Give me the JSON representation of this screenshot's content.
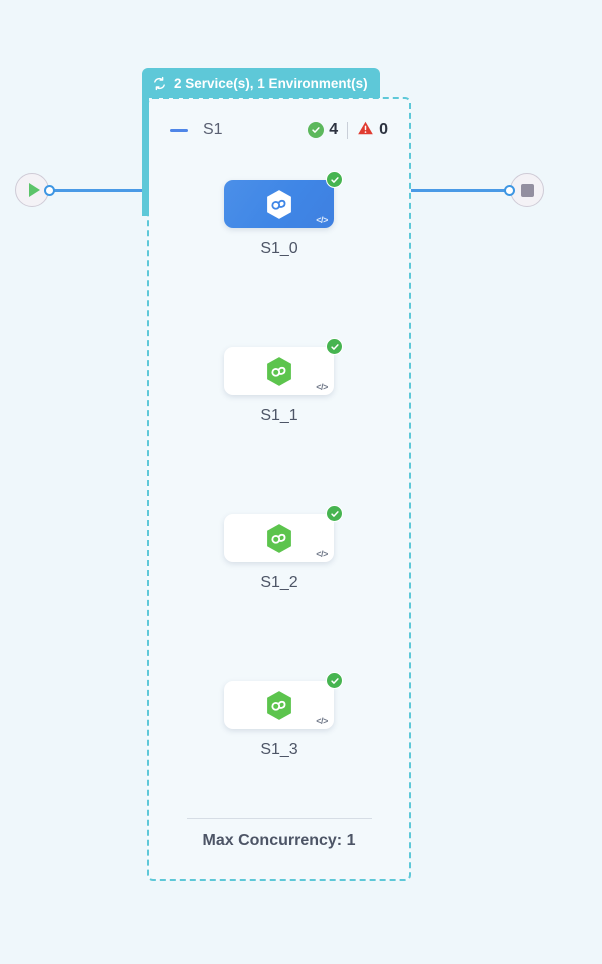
{
  "canvas": {
    "background_color": "#eff7fb"
  },
  "terminals": {
    "start": {
      "icon": "play-icon",
      "name": "start-node"
    },
    "end": {
      "icon": "stop-icon",
      "name": "end-node"
    }
  },
  "group": {
    "header": {
      "icon": "sync-icon",
      "label": "2 Service(s), 1 Environment(s)",
      "background_color": "#5ec8d8",
      "text_color": "#ffffff"
    },
    "border_color": "#5ec8d8",
    "collapse_icon": "minus-icon",
    "name": "S1",
    "status": {
      "success": {
        "icon": "check-circle-icon",
        "count": "4",
        "color": "#5cb85c"
      },
      "error": {
        "icon": "warning-triangle-icon",
        "count": "0",
        "color": "#e03c31"
      }
    },
    "footer": {
      "max_concurrency_label": "Max Concurrency: 1"
    }
  },
  "nodes": [
    {
      "label": "S1_0",
      "selected": true,
      "status": "ok",
      "status_icon": "check-circle-icon",
      "code_icon": "code-icon",
      "service_icon": "hexagon-link-icon",
      "icon_color": "#ffffff"
    },
    {
      "label": "S1_1",
      "selected": false,
      "status": "ok",
      "status_icon": "check-circle-icon",
      "code_icon": "code-icon",
      "service_icon": "hexagon-link-icon",
      "icon_color": "#5fc martin"
    },
    {
      "label": "S1_2",
      "selected": false,
      "status": "ok",
      "status_icon": "check-circle-icon",
      "code_icon": "code-icon",
      "service_icon": "hexagon-link-icon",
      "icon_color": "#5cc44d"
    },
    {
      "label": "S1_3",
      "selected": false,
      "status": "ok",
      "status_icon": "check-circle-icon",
      "code_icon": "code-icon",
      "service_icon": "hexagon-link-icon",
      "icon_color": "#5cc44d"
    }
  ],
  "code_glyph": "</>"
}
